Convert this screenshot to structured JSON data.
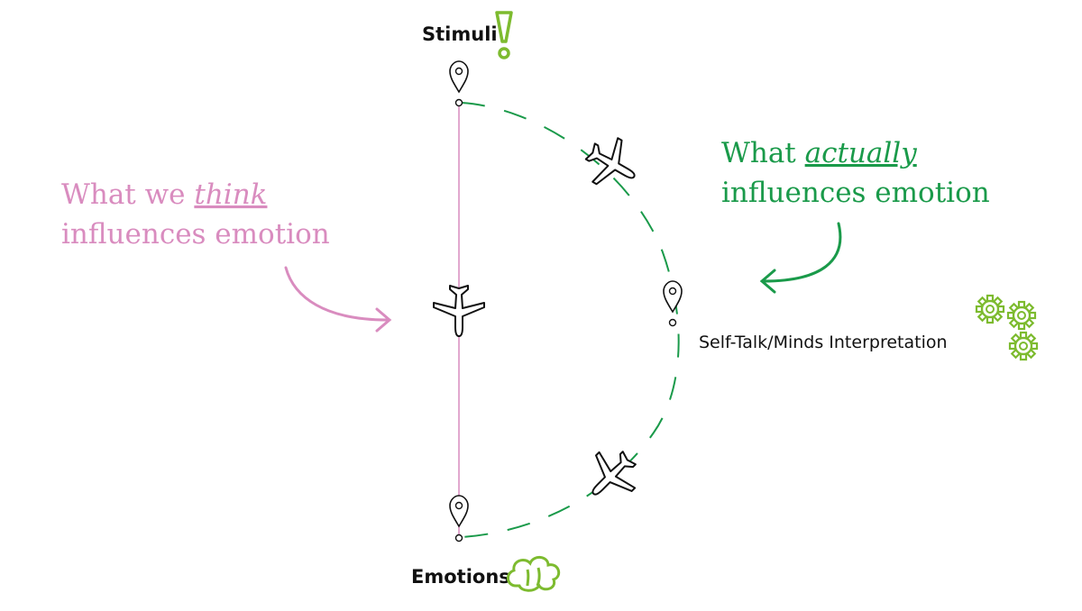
{
  "labels": {
    "stimuli": "Stimuli",
    "emotions": "Emotions",
    "self_talk": "Self-Talk/Minds Interpretation"
  },
  "think": {
    "prefix": "What we ",
    "emphasis": "think",
    "line2": "influences emotion"
  },
  "actually": {
    "prefix": "What ",
    "emphasis": "actually",
    "line2": "influences emotion"
  },
  "colors": {
    "pink": "#d98cbf",
    "green": "#1a9a4a",
    "lime": "#7dbb2f",
    "ink": "#111111"
  },
  "icons": [
    "pin-icon",
    "plane-icon",
    "exclamation-icon",
    "cloud-icon",
    "gear-icon",
    "arrow-icon"
  ]
}
